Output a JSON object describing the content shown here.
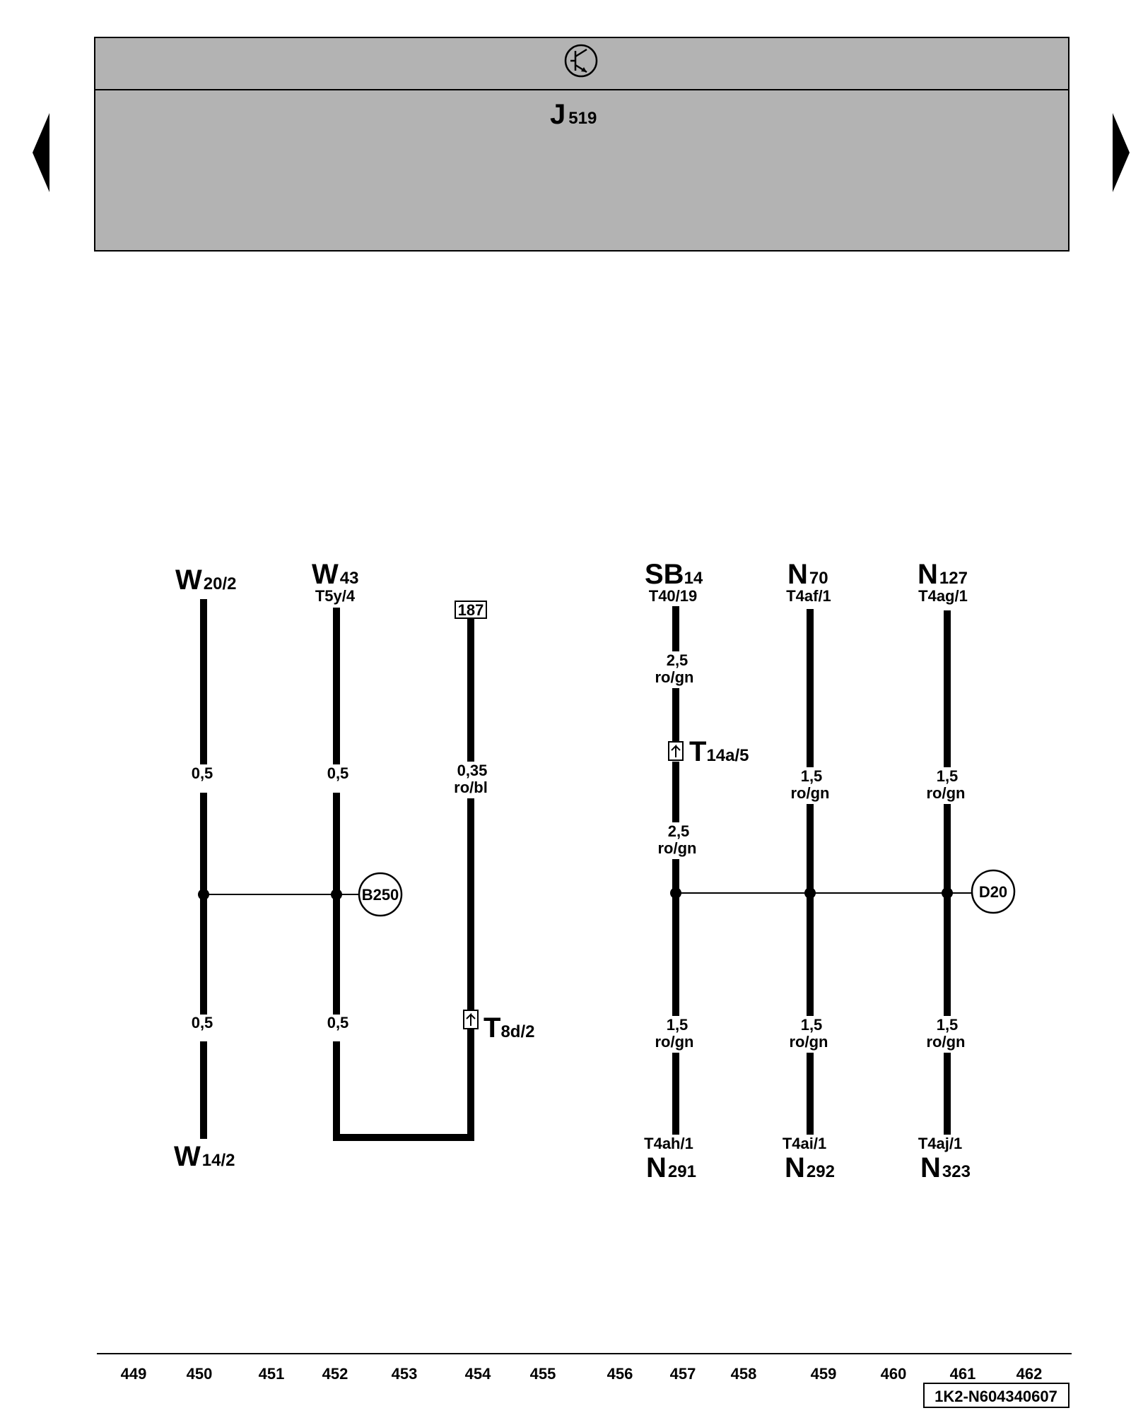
{
  "header": {
    "symbol": "transistor-circle-icon",
    "component": {
      "main": "J",
      "sub": "519"
    }
  },
  "nav": {
    "prev": "arrow-left-icon",
    "next": "arrow-right-icon"
  },
  "top_labels": [
    {
      "id": "w20",
      "main": "W",
      "sub": "20/2",
      "pin": ""
    },
    {
      "id": "w43",
      "main": "W",
      "sub": "43",
      "pin": "T5y/4"
    },
    {
      "id": "sb14",
      "main": "SB",
      "sub": "14",
      "pin": "T40/19"
    },
    {
      "id": "n70",
      "main": "N",
      "sub": "70",
      "pin": "T4af/1"
    },
    {
      "id": "n127",
      "main": "N",
      "sub": "127",
      "pin": "T4ag/1"
    }
  ],
  "bottom_labels": [
    {
      "id": "w14",
      "main": "W",
      "sub": "14/2",
      "pin": ""
    },
    {
      "id": "n291",
      "main": "N",
      "sub": "291",
      "pin": "T4ah/1"
    },
    {
      "id": "n292",
      "main": "N",
      "sub": "292",
      "pin": "T4ai/1"
    },
    {
      "id": "n323",
      "main": "N",
      "sub": "323",
      "pin": "T4aj/1"
    }
  ],
  "ref_box": "187",
  "wire_labels": {
    "w20_top": {
      "size": "0,5",
      "color": ""
    },
    "w20_bot": {
      "size": "0,5",
      "color": ""
    },
    "w43_top": {
      "size": "0,5",
      "color": ""
    },
    "w43_bot": {
      "size": "0,5",
      "color": ""
    },
    "r187": {
      "size": "0,35",
      "color": "ro/bl"
    },
    "sb_1": {
      "size": "2,5",
      "color": "ro/gn"
    },
    "sb_2": {
      "size": "2,5",
      "color": "ro/gn"
    },
    "sb_3": {
      "size": "1,5",
      "color": "ro/gn"
    },
    "n70_top": {
      "size": "1,5",
      "color": "ro/gn"
    },
    "n70_bot": {
      "size": "1,5",
      "color": "ro/gn"
    },
    "n127_top": {
      "size": "1,5",
      "color": "ro/gn"
    },
    "n127_bot": {
      "size": "1,5",
      "color": "ro/gn"
    }
  },
  "connectors": {
    "t14a": {
      "main": "T",
      "sub": "14a/5"
    },
    "t8d": {
      "main": "T",
      "sub": "8d/2"
    }
  },
  "nodes": {
    "b250": "B250",
    "d20": "D20"
  },
  "grid": [
    "449",
    "450",
    "451",
    "452",
    "453",
    "454",
    "455",
    "456",
    "457",
    "458",
    "459",
    "460",
    "461",
    "462"
  ],
  "doc_id": "1K2-N604340607"
}
